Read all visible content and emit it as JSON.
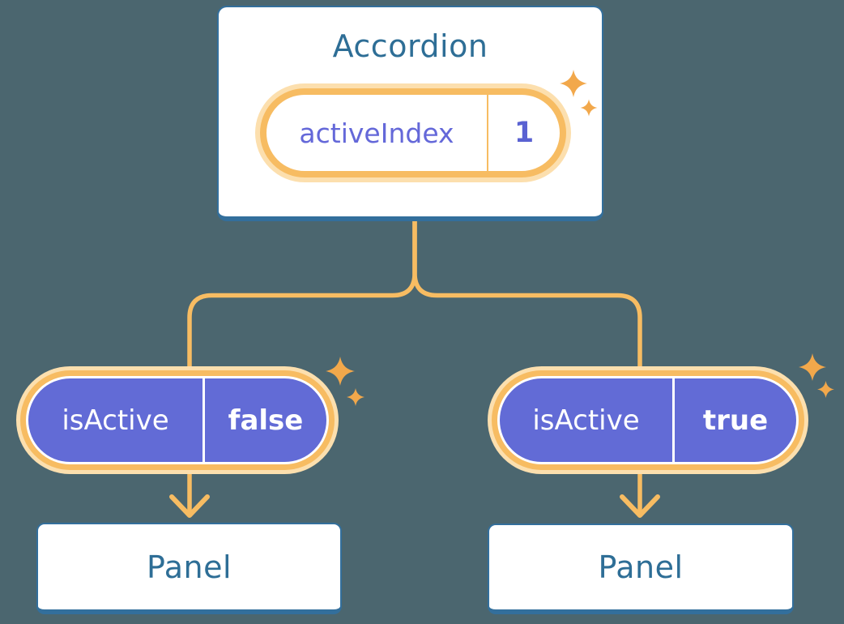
{
  "diagram": {
    "accordion": {
      "title": "Accordion",
      "pill": {
        "label": "activeIndex",
        "value": "1"
      }
    },
    "branches": [
      {
        "pill": {
          "label": "isActive",
          "value": "false"
        },
        "panel": {
          "title": "Panel"
        }
      },
      {
        "pill": {
          "label": "isActive",
          "value": "true"
        },
        "panel": {
          "title": "Panel"
        }
      }
    ]
  },
  "icons": {
    "sparkle": "sparkle-icon"
  },
  "colors": {
    "background": "#4B666F",
    "card_border_blue": "#336F9C",
    "card_text_blue": "#2E6E96",
    "accent_orange": "#F7BC62",
    "accent_orange_pale": "#FCDFAE",
    "sparkle_orange": "#F2A84B",
    "pill_purple": "#626BD6",
    "pill_purple_text": "#6468D9",
    "pill_text_white": "#FFFFFF"
  }
}
